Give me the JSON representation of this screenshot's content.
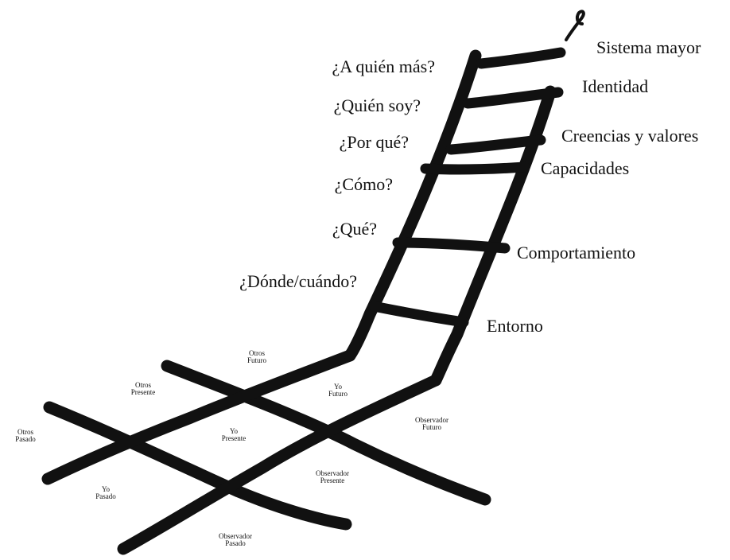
{
  "ladder": {
    "questions": [
      "¿A quién más?",
      "¿Quién soy?",
      "¿Por qué?",
      "¿Cómo?",
      "¿Qué?",
      "¿Dónde/cuándo?"
    ],
    "levels": [
      "Sistema mayor",
      "Identidad",
      "Creencias y valores",
      "Capacidades",
      "Comportamiento",
      "Entorno"
    ]
  },
  "grid": {
    "cells": [
      {
        "line1": "Otros",
        "line2": "Futuro"
      },
      {
        "line1": "Otros",
        "line2": "Presente"
      },
      {
        "line1": "Otros",
        "line2": "Pasado"
      },
      {
        "line1": "Yo",
        "line2": "Futuro"
      },
      {
        "line1": "Yo",
        "line2": "Presente"
      },
      {
        "line1": "Yo",
        "line2": "Pasado"
      },
      {
        "line1": "Observador",
        "line2": "Futuro"
      },
      {
        "line1": "Observador",
        "line2": "Presente"
      },
      {
        "line1": "Observador",
        "line2": "Pasado"
      }
    ]
  }
}
